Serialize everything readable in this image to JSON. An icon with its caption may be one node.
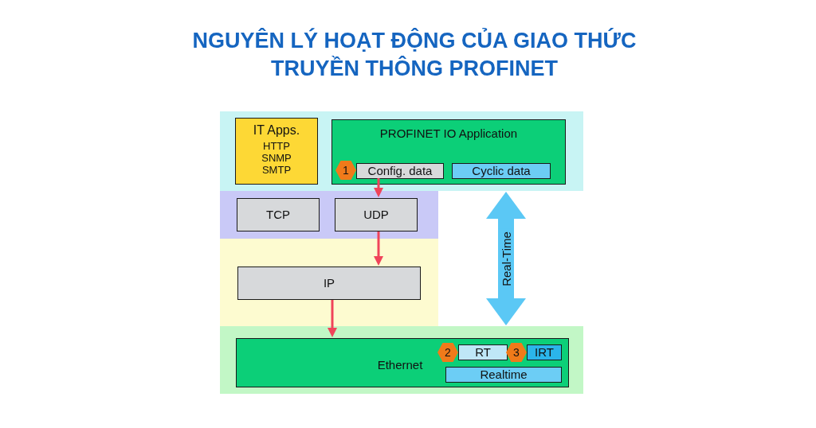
{
  "diagram": {
    "title": "NGUYÊN LÝ HOẠT ĐỘNG CỦA GIAO THỨC TRUYỀN THÔNG PROFINET",
    "nodes": [
      {
        "text": [],
        "shape": "band"
      },
      {
        "text": [
          "IT Apps.",
          "HTTP SNMP SMTP"
        ],
        "in": 0
      },
      {
        "text": [
          "PROFINET IO Application"
        ],
        "in": 0
      },
      {
        "text": [
          "1"
        ],
        "in": 2
      },
      {
        "text": [
          "Config. data"
        ],
        "in": 2
      },
      {
        "text": [
          "Cyclic data"
        ],
        "in": 2
      },
      {
        "text": [],
        "shape": "band"
      },
      {
        "text": [
          "TCP"
        ],
        "in": 6
      },
      {
        "text": [
          "UDP"
        ],
        "in": 6
      },
      {
        "text": [],
        "shape": "band"
      },
      {
        "text": [
          "IP"
        ],
        "in": 9
      },
      {
        "text": [],
        "shape": "band"
      },
      {
        "text": [
          "Ethernet"
        ],
        "in": 11
      },
      {
        "text": [
          "2"
        ],
        "in": 12
      },
      {
        "text": [
          "RT"
        ],
        "in": 12
      },
      {
        "text": [
          "3"
        ],
        "in": 12
      },
      {
        "text": [
          "IRT"
        ],
        "in": 12
      },
      {
        "text": [
          "Realtime"
        ],
        "in": 12
      }
    ],
    "edges": [
      {
        "from": 4,
        "to": 8,
        "arrow": "to"
      },
      {
        "from": 8,
        "to": 10,
        "arrow": "to"
      },
      {
        "from": 10,
        "to": 12,
        "arrow": "to"
      },
      {
        "from": 0,
        "to": 11,
        "arrow": "both",
        "label": "Real-Time",
        "style": "thick",
        "color": "#5bc8f5"
      }
    ]
  }
}
